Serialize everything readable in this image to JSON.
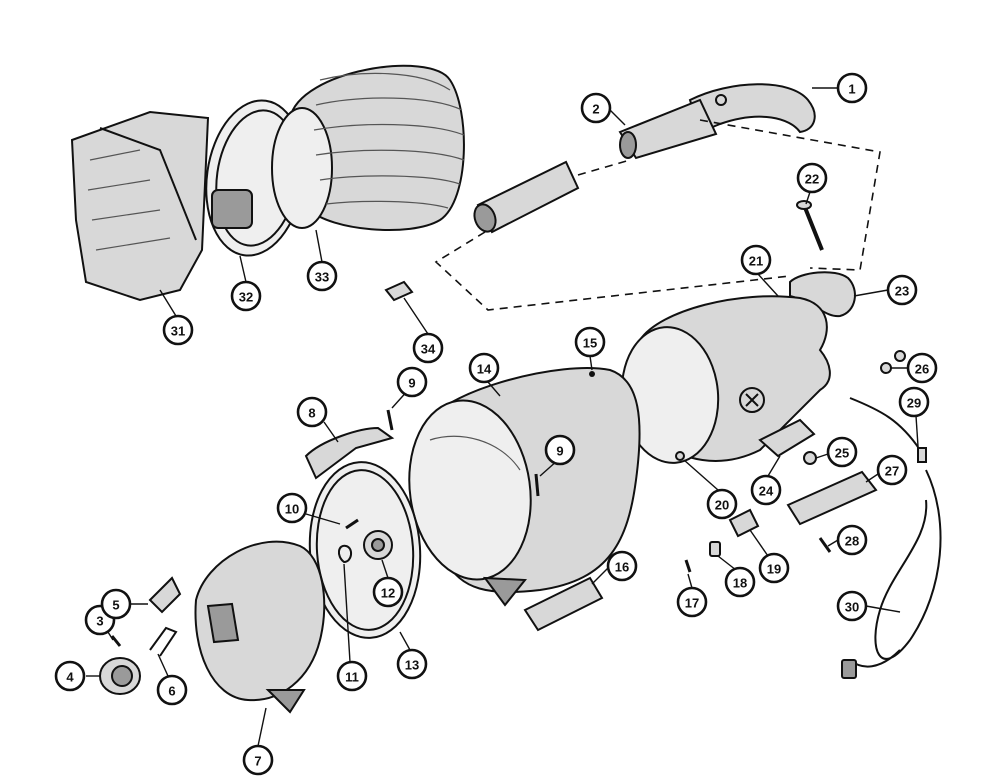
{
  "callouts": [
    {
      "id": "1",
      "label": "1"
    },
    {
      "id": "2",
      "label": "2"
    },
    {
      "id": "3",
      "label": "3"
    },
    {
      "id": "4",
      "label": "4"
    },
    {
      "id": "5",
      "label": "5"
    },
    {
      "id": "6",
      "label": "6"
    },
    {
      "id": "7",
      "label": "7"
    },
    {
      "id": "8",
      "label": "8"
    },
    {
      "id": "9a",
      "label": "9"
    },
    {
      "id": "9b",
      "label": "9"
    },
    {
      "id": "10",
      "label": "10"
    },
    {
      "id": "11",
      "label": "11"
    },
    {
      "id": "12",
      "label": "12"
    },
    {
      "id": "13",
      "label": "13"
    },
    {
      "id": "14",
      "label": "14"
    },
    {
      "id": "15",
      "label": "15"
    },
    {
      "id": "16",
      "label": "16"
    },
    {
      "id": "17",
      "label": "17"
    },
    {
      "id": "18",
      "label": "18"
    },
    {
      "id": "19",
      "label": "19"
    },
    {
      "id": "20",
      "label": "20"
    },
    {
      "id": "21",
      "label": "21"
    },
    {
      "id": "22",
      "label": "22"
    },
    {
      "id": "23",
      "label": "23"
    },
    {
      "id": "24",
      "label": "24"
    },
    {
      "id": "25",
      "label": "25"
    },
    {
      "id": "26",
      "label": "26"
    },
    {
      "id": "27",
      "label": "27"
    },
    {
      "id": "28",
      "label": "28"
    },
    {
      "id": "29",
      "label": "29"
    },
    {
      "id": "30",
      "label": "30"
    },
    {
      "id": "31",
      "label": "31"
    },
    {
      "id": "32",
      "label": "32"
    },
    {
      "id": "33",
      "label": "33"
    },
    {
      "id": "34",
      "label": "34"
    }
  ]
}
